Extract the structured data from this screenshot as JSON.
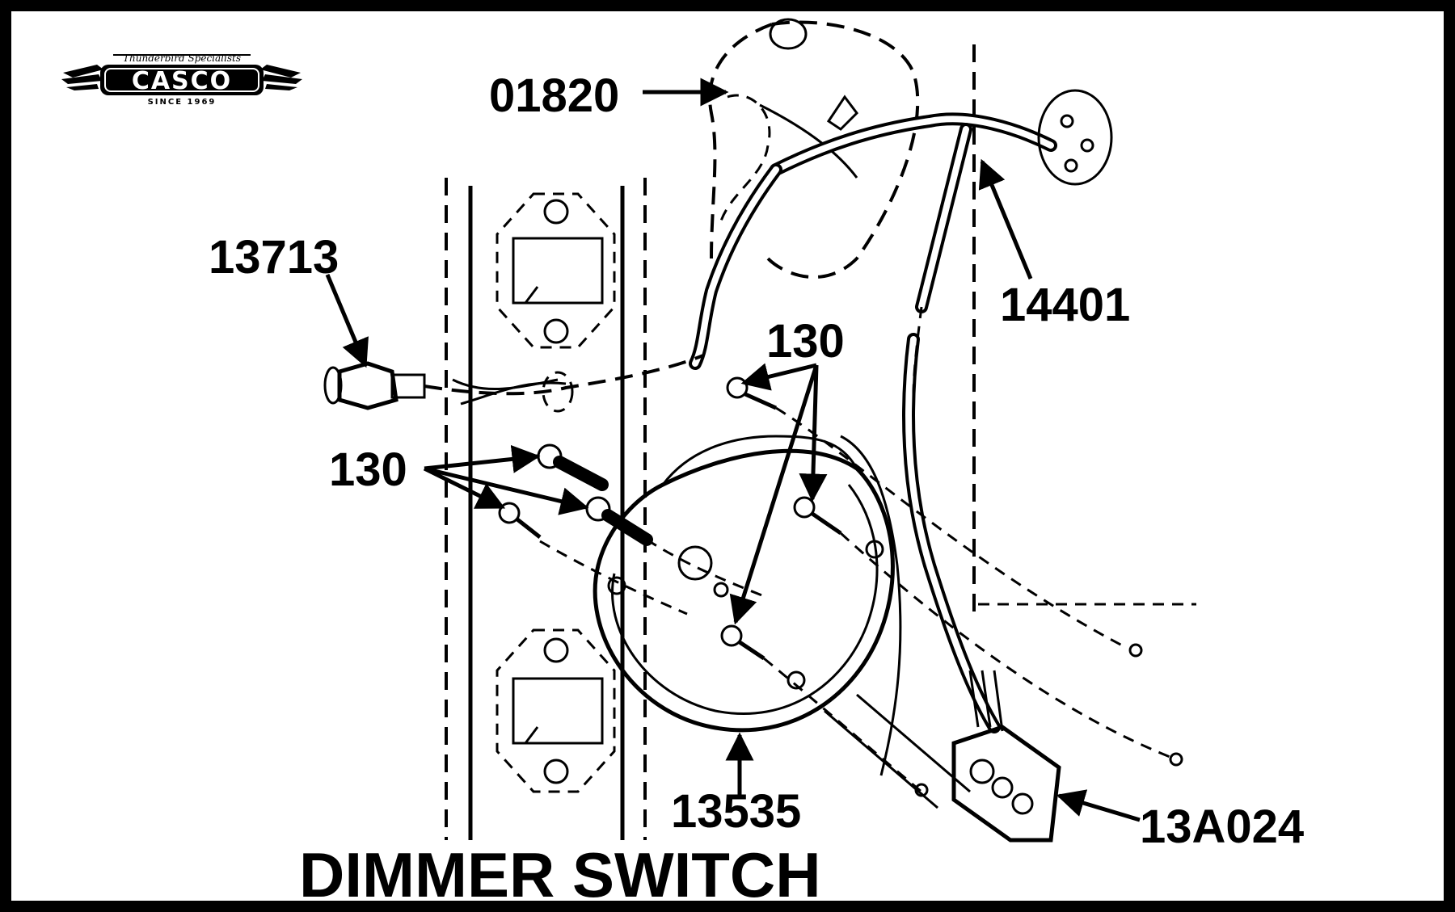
{
  "logo": {
    "brand": "CASCO",
    "tagline": "Thunderbird Specialists",
    "since": "SINCE 1969"
  },
  "title": "DIMMER SWITCH",
  "part_labels": {
    "cover": "01820",
    "bulb": "13713",
    "screws_upper": "130",
    "screws_left": "130",
    "harness": "14401",
    "bracket": "13535",
    "connector": "13A024"
  }
}
